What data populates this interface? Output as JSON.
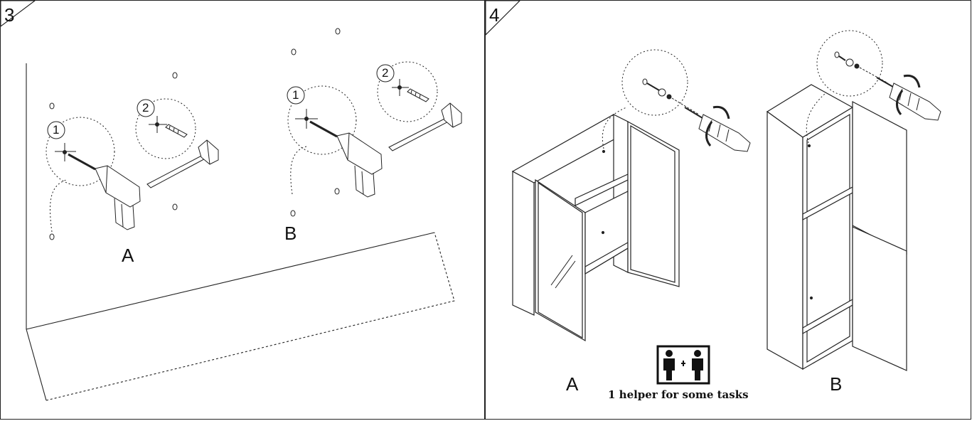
{
  "step3": {
    "number": "3",
    "label_a": "A",
    "label_b": "B",
    "circle_1": "1",
    "circle_2": "2"
  },
  "step4": {
    "number": "4",
    "label_a": "A",
    "label_b": "B",
    "helper_text": "1 helper for some tasks"
  },
  "icons": [
    "drill-icon",
    "wall-plug-icon",
    "bracket-icon",
    "screwdriver-icon",
    "screw-icon",
    "two-person-icon"
  ]
}
